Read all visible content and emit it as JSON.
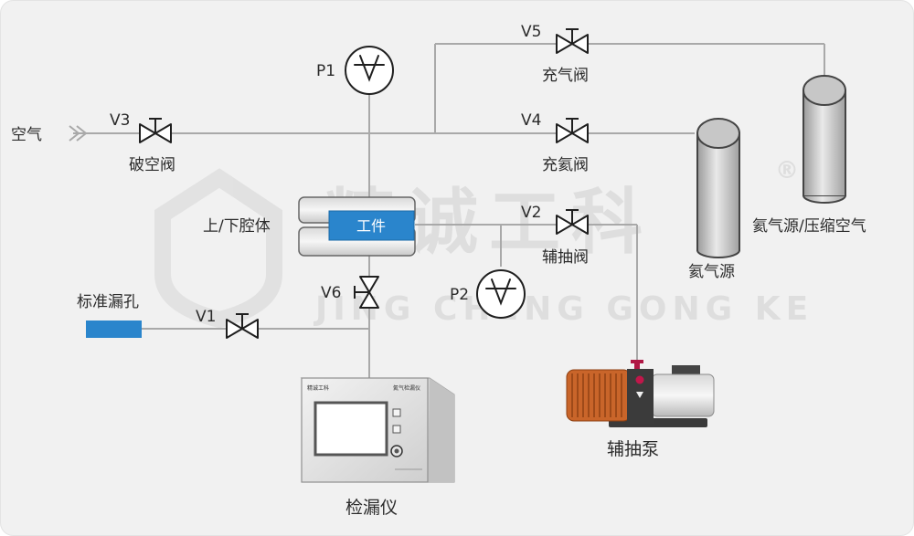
{
  "labels": {
    "air": "空气",
    "v3": "V3",
    "vent_valve": "破空阀",
    "p1": "P1",
    "v5": "V5",
    "fill_gas_valve": "充气阀",
    "v4": "V4",
    "fill_he_valve": "充氦阀",
    "he_source": "氦气源",
    "he_or_air": "氦气源/压缩空气",
    "chamber": "上/下腔体",
    "workpiece": "工件",
    "v2": "V2",
    "aux_valve": "辅抽阀",
    "p2": "P2",
    "v6": "V6",
    "std_leak": "标准漏孔",
    "v1": "V1",
    "detector": "检漏仪",
    "aux_pump": "辅抽泵"
  },
  "detector_panel": {
    "brand": "精诚工科",
    "title": "氦气检漏仪"
  },
  "watermark": {
    "cn": "精诚工科",
    "en": "JING CHENG GONG KE",
    "reg": "®"
  },
  "colors": {
    "background": "#f1f1f1",
    "pipe": "#a9a9a9",
    "workpiece": "#2a85cc",
    "std_leak": "#2a85cc",
    "pump_fins": "#c9652a",
    "pump_valve": "#b01845",
    "cylinder": "#bdbdbd"
  }
}
